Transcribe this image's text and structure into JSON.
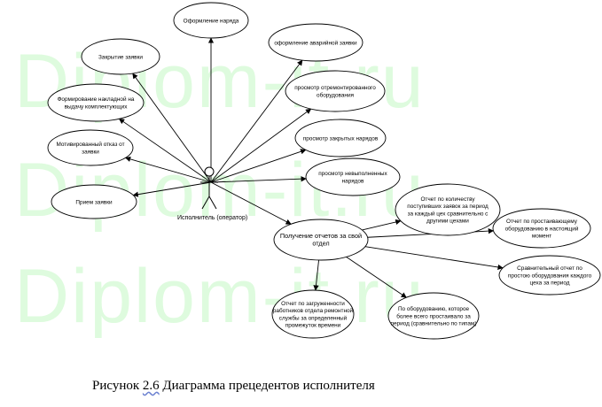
{
  "watermark": [
    "Diplom-it.ru",
    "Diplom-it.ru",
    "Diplom-it.ru"
  ],
  "actor": {
    "label": "Исполнитель (оператор)"
  },
  "use_cases": [
    {
      "id": "uc-oformlenie-naryada",
      "lines": [
        "Оформление наряда"
      ]
    },
    {
      "id": "uc-oformlenie-avariynoy",
      "lines": [
        "оформление аварийной заявки"
      ]
    },
    {
      "id": "uc-zakrytie-zayavki",
      "lines": [
        "Закрытие заявки"
      ]
    },
    {
      "id": "uc-prosmotr-otremont",
      "lines": [
        "просмотр отремонтированного",
        "оборудования"
      ]
    },
    {
      "id": "uc-formirovanie-nakladnoy",
      "lines": [
        "Формирование накладной на",
        "выдачу комплектующих"
      ]
    },
    {
      "id": "uc-prosmotr-zakrytyh",
      "lines": [
        "просмотр закрытых нарядов"
      ]
    },
    {
      "id": "uc-motivirovanny-otkaz",
      "lines": [
        "Мотивированный отказ от",
        "заявки"
      ]
    },
    {
      "id": "uc-prosmotr-nevypolnennyh",
      "lines": [
        "просмотр невыполненных",
        "нарядов"
      ]
    },
    {
      "id": "uc-priem-zayavki",
      "lines": [
        "Прием заявки"
      ]
    },
    {
      "id": "uc-poluchenie-otchetov",
      "lines": [
        "Получение отчетов за свой",
        "отдел"
      ]
    },
    {
      "id": "uc-otchet-kolichestvo",
      "lines": [
        "Отчет по количеству",
        "поступивших заявок за период",
        "за каждый цех сравнительно с",
        "другими цехами"
      ]
    },
    {
      "id": "uc-otchet-prostaivayushemu",
      "lines": [
        "Отчет по простаивающему",
        "оборудованию в настоящий",
        "момент"
      ]
    },
    {
      "id": "uc-sravnitelny-otchet",
      "lines": [
        "Сравнительный отчет по",
        "простою оборудования каждого",
        "цеха за период"
      ]
    },
    {
      "id": "uc-otchet-zagruzhennosti",
      "lines": [
        "Отчет по загруженности",
        "работников отдела ремонтной",
        "службы за определенный",
        "промежуток времени"
      ]
    },
    {
      "id": "uc-po-oborudovaniyu",
      "lines": [
        "По оборудованию, которое",
        "более всего простаивало за",
        "период (сравнительно по типам)"
      ]
    }
  ],
  "caption": {
    "prefix": "Рисунок ",
    "number": "2.6",
    "suffix": "  Диаграмма прецедентов исполнителя"
  }
}
